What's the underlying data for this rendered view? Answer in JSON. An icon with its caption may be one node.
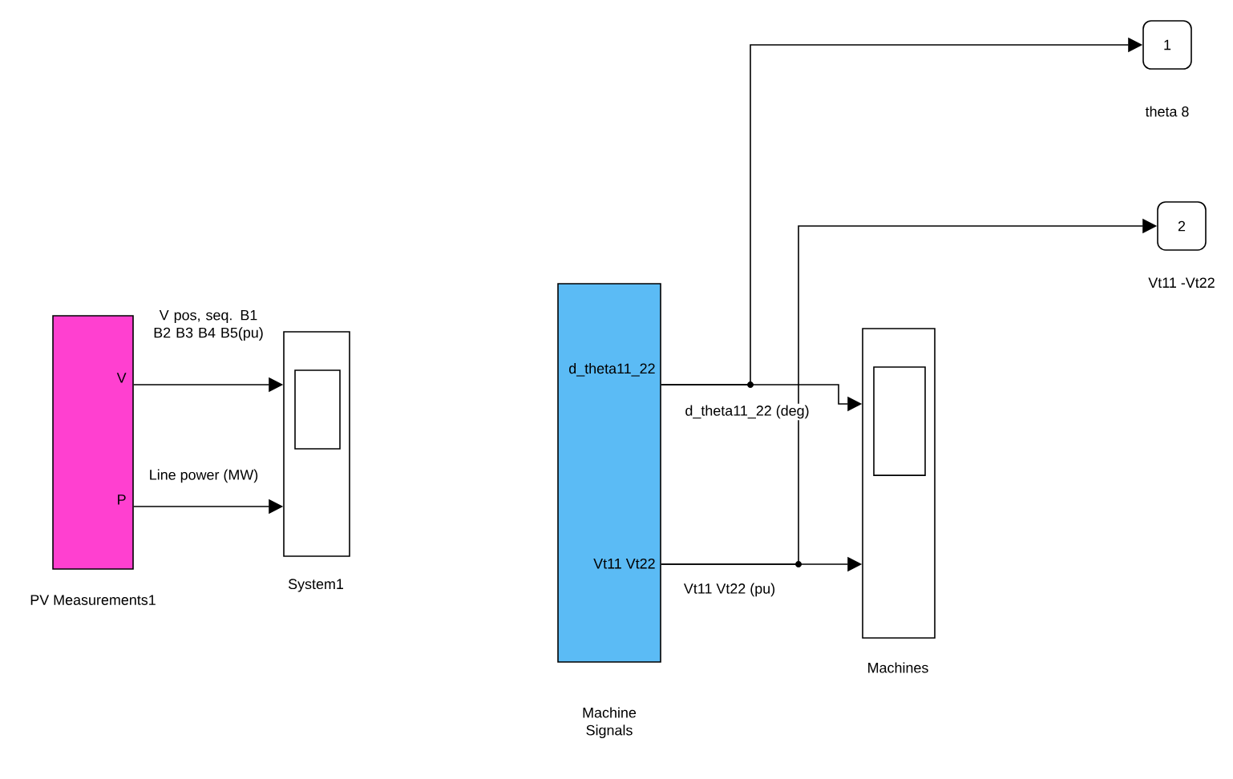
{
  "diagram": {
    "nodes": [
      {
        "text": [
          "V",
          "P"
        ],
        "beside": [
          "PV Measurements1"
        ]
      },
      {
        "text": [],
        "shape": "box",
        "beside": [
          "System1"
        ]
      },
      {
        "text": [
          "d_theta11_22",
          "Vt11 Vt22"
        ],
        "beside": [
          "Machine Signals"
        ]
      },
      {
        "text": [],
        "shape": "box",
        "beside": [
          "Machines"
        ]
      },
      {
        "text": [
          "1"
        ],
        "beside": [
          "theta 8"
        ]
      },
      {
        "text": [
          "2"
        ],
        "beside": [
          "Vt11 -Vt22"
        ]
      }
    ],
    "edges": [
      {
        "from": 0,
        "to": 1,
        "arrow": "to",
        "label": "V pos, seq. B1 B2 B3 B4 B5(pu)"
      },
      {
        "from": 0,
        "to": 1,
        "arrow": "to",
        "label": "Line power (MW)"
      },
      {
        "from": 2,
        "to": 3,
        "arrow": "to",
        "label": "d_theta11_22 (deg)"
      },
      {
        "from": 2,
        "to": 3,
        "arrow": "to",
        "label": "Vt11 Vt22 (pu)"
      },
      {
        "from": 2,
        "to": 4,
        "arrow": "to"
      },
      {
        "from": 2,
        "to": 5,
        "arrow": "to"
      }
    ]
  }
}
